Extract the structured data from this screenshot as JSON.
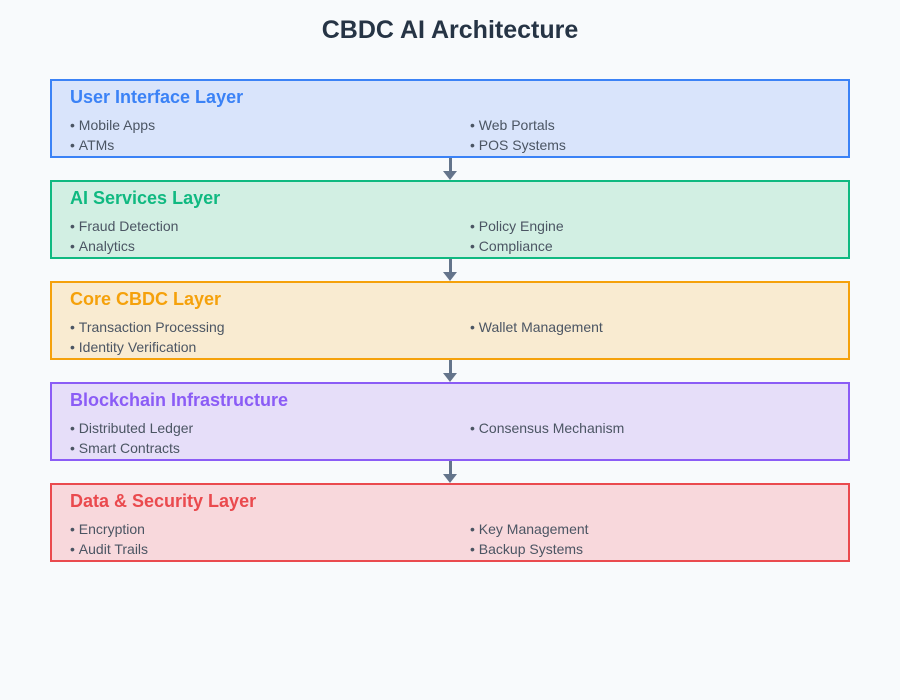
{
  "page": {
    "title": "CBDC AI Architecture",
    "title_color": "#263445",
    "background_color": "#f8fafc"
  },
  "diagram": {
    "arrow_color": "#64748b",
    "item_text_color": "#4b5563",
    "layers": [
      {
        "title": "User Interface Layer",
        "accent_color": "#3b82f6",
        "background_color": "#d9e4fb",
        "items": [
          "Mobile Apps",
          "ATMs",
          "Web Portals",
          "POS Systems"
        ]
      },
      {
        "title": "AI Services Layer",
        "accent_color": "#10b981",
        "background_color": "#d2efe3",
        "items": [
          "Fraud Detection",
          "Analytics",
          "Policy Engine",
          "Compliance"
        ]
      },
      {
        "title": "Core CBDC Layer",
        "accent_color": "#f5a10b",
        "background_color": "#f9ebd1",
        "items": [
          "Transaction Processing",
          "Identity Verification",
          "Wallet Management"
        ]
      },
      {
        "title": "Blockchain Infrastructure",
        "accent_color": "#8b5cf6",
        "background_color": "#e6def9",
        "items": [
          "Distributed Ledger",
          "Smart Contracts",
          "Consensus Mechanism"
        ]
      },
      {
        "title": "Data & Security Layer",
        "accent_color": "#ea4a4e",
        "background_color": "#f8d8dc",
        "items": [
          "Encryption",
          "Audit Trails",
          "Key Management",
          "Backup Systems"
        ]
      }
    ]
  }
}
